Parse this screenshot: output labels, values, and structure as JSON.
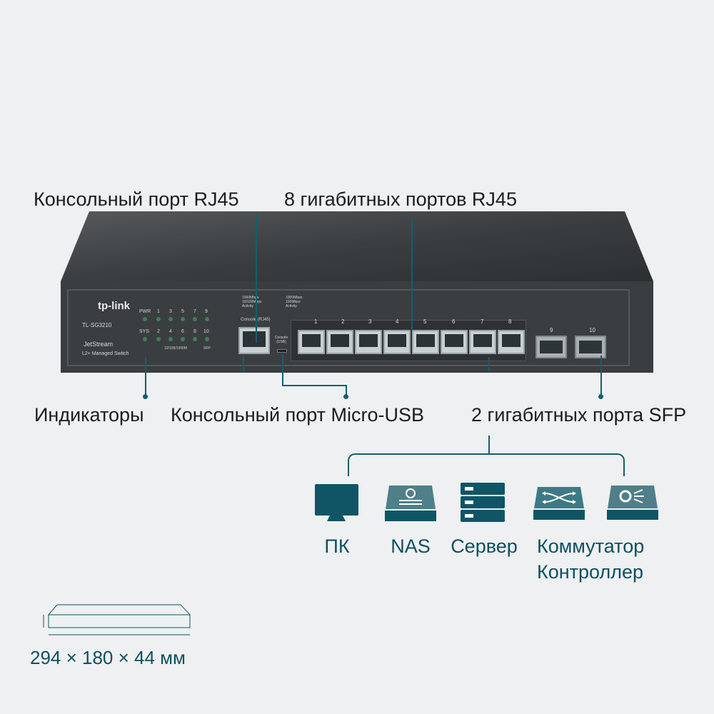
{
  "callouts": {
    "console_rj45": "Консольный порт RJ45",
    "gigabit_rj45": "8 гигабитных портов RJ45",
    "indicators": "Индикаторы",
    "console_usb": "Консольный порт Micro-USB",
    "sfp": "2 гигабитных порта SFP"
  },
  "device": {
    "brand": "tp-link",
    "model": "TL-SG3210",
    "series": "JetStream",
    "subtitle": "L2+ Managed Switch",
    "led_labels": {
      "pwr": "PWR",
      "sys": "SYS",
      "speed": "10/100/1000M",
      "sfp": "SFP"
    },
    "legend_rj45": [
      "1000Mbps",
      "10/100Mbps",
      "Activity"
    ],
    "legend_sfp": [
      "1000Mbps",
      "100Mbps",
      "Activity"
    ],
    "console_rj45_label": "Console (RJ45)",
    "console_usb_label": "Console (USB)",
    "led_numbers": [
      "1",
      "2",
      "3",
      "4",
      "5",
      "6",
      "7",
      "8",
      "9",
      "10"
    ],
    "port_numbers": [
      "1",
      "2",
      "3",
      "4",
      "5",
      "6",
      "7",
      "8"
    ],
    "sfp_numbers": [
      "9",
      "10"
    ]
  },
  "devices": [
    {
      "icon": "pc-icon",
      "label": "ПК"
    },
    {
      "icon": "nas-icon",
      "label": "NAS"
    },
    {
      "icon": "server-icon",
      "label": "Сервер"
    },
    {
      "icon": "switch-icon",
      "label": "Коммутатор"
    },
    {
      "icon": "controller-icon",
      "label": "Контроллер"
    }
  ],
  "dimensions": "294 × 180 × 44 мм",
  "colors": {
    "accent": "#155e6e",
    "icon": "#0f5566"
  }
}
